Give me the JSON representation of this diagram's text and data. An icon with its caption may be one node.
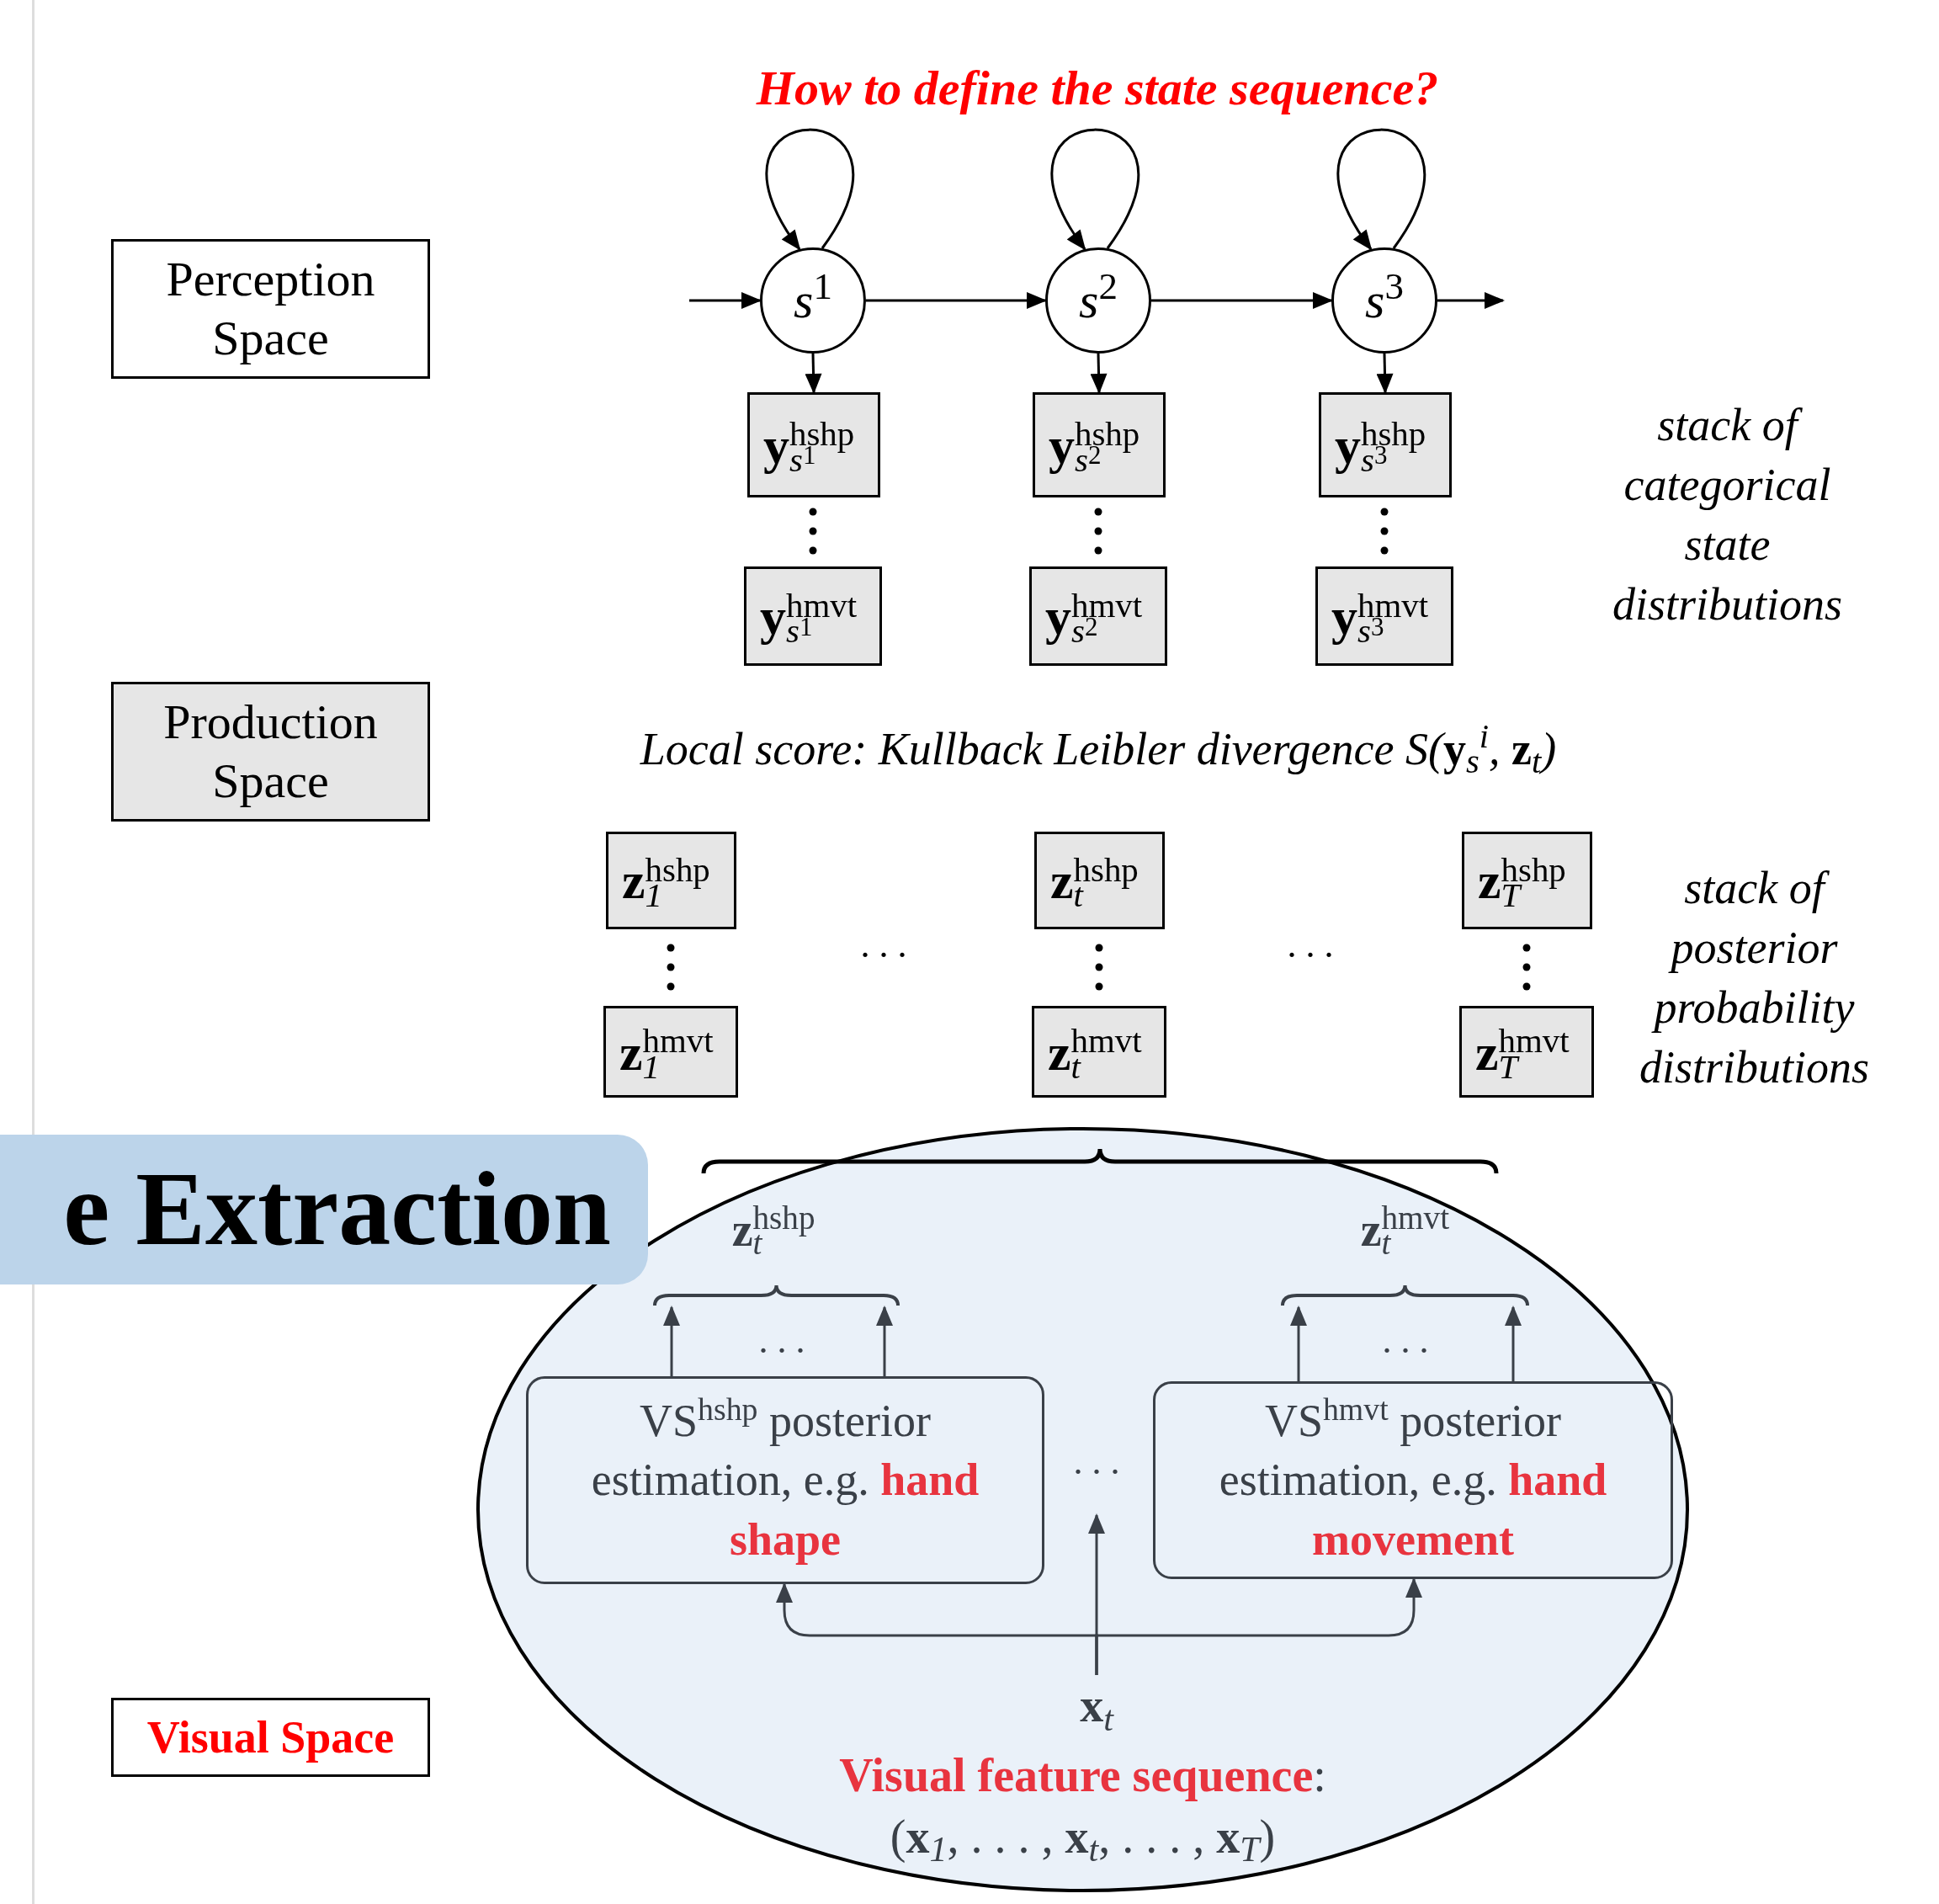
{
  "diagram": {
    "title": "How to define the state sequence?",
    "nodes": [
      {
        "text": [
          "Perception Space"
        ]
      },
      {
        "text": [
          "*s*$^{1}$"
        ]
      },
      {
        "text": [
          "*s*$^{2}$"
        ]
      },
      {
        "text": [
          "*s*$^{3}$"
        ]
      },
      {
        "text": [
          "**y**$^{hshp}$$_{s}$$^{1}$"
        ]
      },
      {
        "text": [
          "**y**$^{hshp}$$_{s}$$^{2}$"
        ]
      },
      {
        "text": [
          "**y**$^{hshp}$$_{s}$$^{3}$"
        ]
      },
      {
        "text": [
          "**y**$^{hmvt}$$_{s}$$^{1}$"
        ]
      },
      {
        "text": [
          "**y**$^{hmvt}$$_{s}$$^{2}$"
        ]
      },
      {
        "text": [
          "**y**$^{hmvt}$$_{s}$$^{3}$"
        ]
      },
      {
        "text": [
          "Production Space"
        ]
      },
      {
        "text": [
          "**z**$^{hshp}$$_{1}$"
        ]
      },
      {
        "text": [
          "**z**$^{hshp}$$_{t}$"
        ]
      },
      {
        "text": [
          "**z**$^{hshp}$$_{T}$"
        ]
      },
      {
        "text": [
          "**z**$^{hmvt}$$_{1}$"
        ]
      },
      {
        "text": [
          "**z**$^{hmvt}$$_{t}$"
        ]
      },
      {
        "text": [
          "**z**$^{hmvt}$$_{T}$"
        ]
      },
      {
        "text": [
          "e Extraction"
        ]
      },
      {
        "text": [
          "**Visual feature sequence**:",
          "(**x**$_{1}$, . . . , **x**$_{t}$, . . . , **x**$_{T}$)"
        ]
      },
      {
        "text": [
          "**z**$^{hshp}$$_{t}$"
        ],
        "in": 18
      },
      {
        "text": [
          "**z**$^{hmvt}$$_{t}$"
        ],
        "in": 18
      },
      {
        "text": [
          "VS$^{hshp}$ posterior estimation, e.g. **hand shape**"
        ],
        "in": 18
      },
      {
        "text": [
          ". . ."
        ],
        "in": 18
      },
      {
        "text": [
          "VS$^{hmvt}$ posterior estimation, e.g. **hand movement**"
        ],
        "in": 18
      },
      {
        "text": [
          "**x**$_{t}$"
        ],
        "in": 18
      },
      {
        "text": [
          "Visual Space"
        ]
      }
    ],
    "edges": [
      {
        "from": null,
        "to": 1,
        "arrow": "to"
      },
      {
        "from": 1,
        "to": 1,
        "arrow": "to"
      },
      {
        "from": 1,
        "to": 2,
        "arrow": "to"
      },
      {
        "from": 2,
        "to": 2,
        "arrow": "to"
      },
      {
        "from": 2,
        "to": 3,
        "arrow": "to"
      },
      {
        "from": 3,
        "to": 3,
        "arrow": "to"
      },
      {
        "from": 3,
        "to": null,
        "arrow": "to"
      },
      {
        "from": 1,
        "to": 4,
        "arrow": "to"
      },
      {
        "from": 2,
        "to": 5,
        "arrow": "to"
      },
      {
        "from": 3,
        "to": 6,
        "arrow": "to"
      },
      {
        "from": 21,
        "to": 19,
        "arrow": "to",
        "color": "#3a4048"
      },
      {
        "from": 21,
        "to": 19,
        "arrow": "to",
        "color": "#3a4048"
      },
      {
        "from": 23,
        "to": 20,
        "arrow": "to",
        "color": "#3a4048"
      },
      {
        "from": 23,
        "to": 20,
        "arrow": "to",
        "color": "#3a4048"
      },
      {
        "from": 24,
        "to": 21,
        "arrow": "to",
        "color": "#3a4048"
      },
      {
        "from": 24,
        "to": 23,
        "arrow": "to",
        "color": "#3a4048"
      },
      {
        "from": 24,
        "to": 22,
        "arrow": "to",
        "color": "#3a4048"
      }
    ],
    "labels": [
      "stack of categorical state distributions",
      "Local score: Kullback Leibler divergence S(**y**$_{s}$$^{i}$, **z**$_{t}$)",
      ". . .",
      ". . .",
      "stack of posterior probability distributions",
      ". . .",
      ". . ."
    ]
  }
}
